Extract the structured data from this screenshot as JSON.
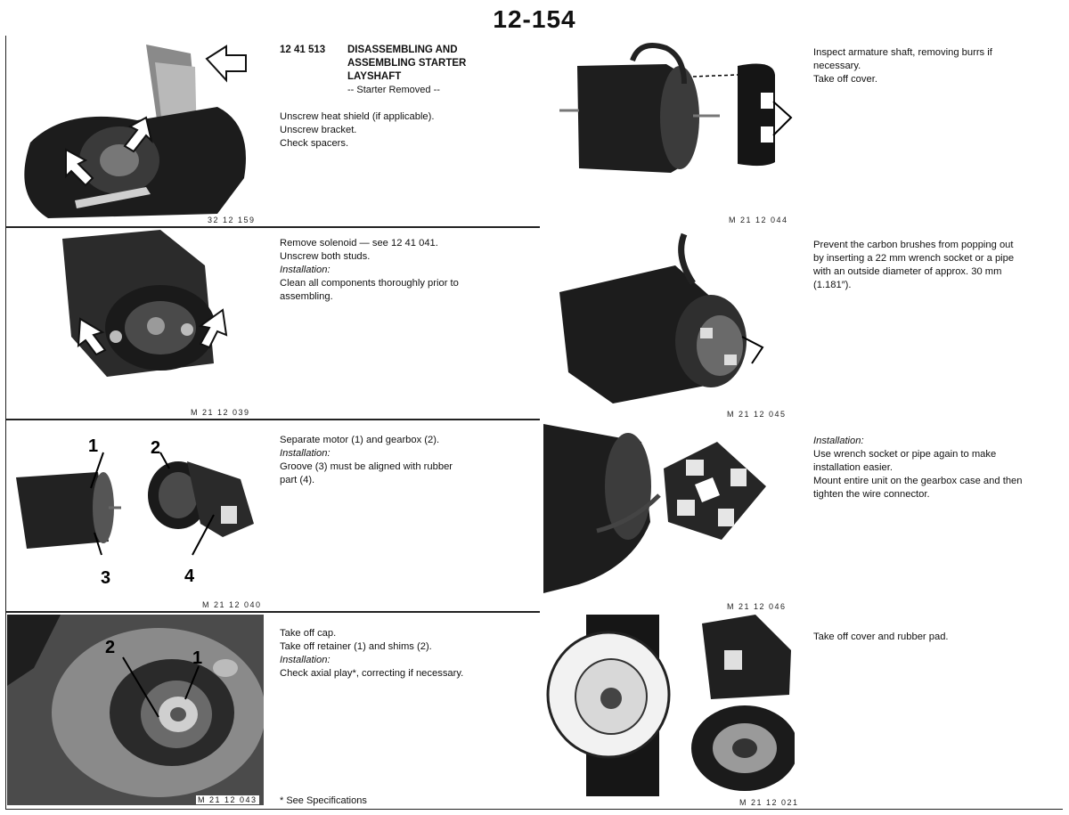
{
  "page": {
    "number": "12-154"
  },
  "left_col": [
    {
      "fig": "32 12 159",
      "heading": {
        "code": "12 41 513",
        "title_lines": [
          "DISASSEMBLING AND",
          "ASSEMBLING STARTER",
          "LAYSHAFT"
        ],
        "subtitle": "-- Starter Removed --"
      },
      "lines": [
        "Unscrew heat shield (if applicable).",
        "Unscrew bracket.",
        "Check spacers."
      ]
    },
    {
      "fig": "M 21 12 039",
      "lines": [
        "Remove solenoid — see 12 41 041.",
        "Unscrew both studs."
      ],
      "italic": "Installation:",
      "lines_after": [
        "Clean all components thoroughly prior to",
        "assembling."
      ]
    },
    {
      "fig": "M 21 12 040",
      "callouts": [
        "1",
        "2",
        "3",
        "4"
      ],
      "lines": [
        "Separate motor (1) and gearbox (2)."
      ],
      "italic": "Installation:",
      "lines_after": [
        "Groove (3) must be aligned with rubber",
        "part (4)."
      ]
    },
    {
      "fig": "M 21 12 043",
      "callouts": [
        "2",
        "1"
      ],
      "lines": [
        "Take off cap.",
        "Take off retainer (1) and shims (2)."
      ],
      "italic": "Installation:",
      "lines_after": [
        "Check axial play*, correcting if necessary."
      ],
      "footnote": "* See Specifications"
    }
  ],
  "right_col": [
    {
      "fig": "M 21 12 044",
      "lines": [
        "Inspect armature shaft, removing burrs if",
        "necessary.",
        "Take off cover."
      ]
    },
    {
      "fig": "M 21 12 045",
      "lines": [
        "Prevent the carbon brushes from popping out",
        "by inserting a 22 mm wrench socket or a pipe",
        "with an outside diameter of approx. 30 mm",
        "(1.181″)."
      ]
    },
    {
      "fig": "M 21 12 046",
      "italic": "Installation:",
      "lines_after": [
        "Use wrench socket or pipe again to make",
        "installation easier.",
        "Mount entire unit on the gearbox case and then",
        "tighten the wire connector."
      ]
    },
    {
      "fig": "M 21 12 021",
      "lines": [
        "Take off cover and rubber pad."
      ]
    }
  ]
}
